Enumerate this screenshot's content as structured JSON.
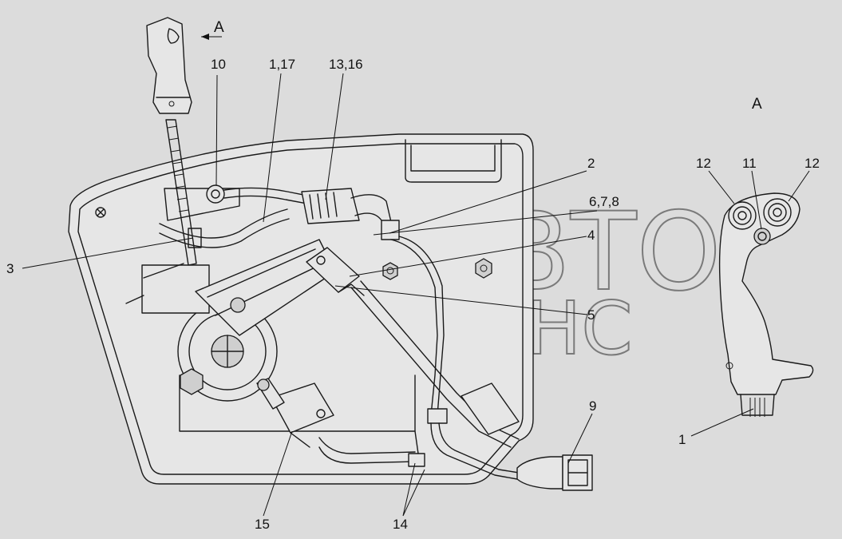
{
  "view": {
    "marker": "A",
    "title": "A"
  },
  "callouts": {
    "c10": "10",
    "c1_17": "1,17",
    "c13_16": "13,16",
    "c2": "2",
    "c6_7_8": "6,7,8",
    "c4": "4",
    "c5": "5",
    "c3": "3",
    "c9": "9",
    "c15": "15",
    "c14": "14",
    "c12a": "12",
    "c11": "11",
    "c12b": "12",
    "c1": "1"
  },
  "watermark": {
    "line1": "АВТО",
    "line2": "АЛЬЯНС"
  }
}
